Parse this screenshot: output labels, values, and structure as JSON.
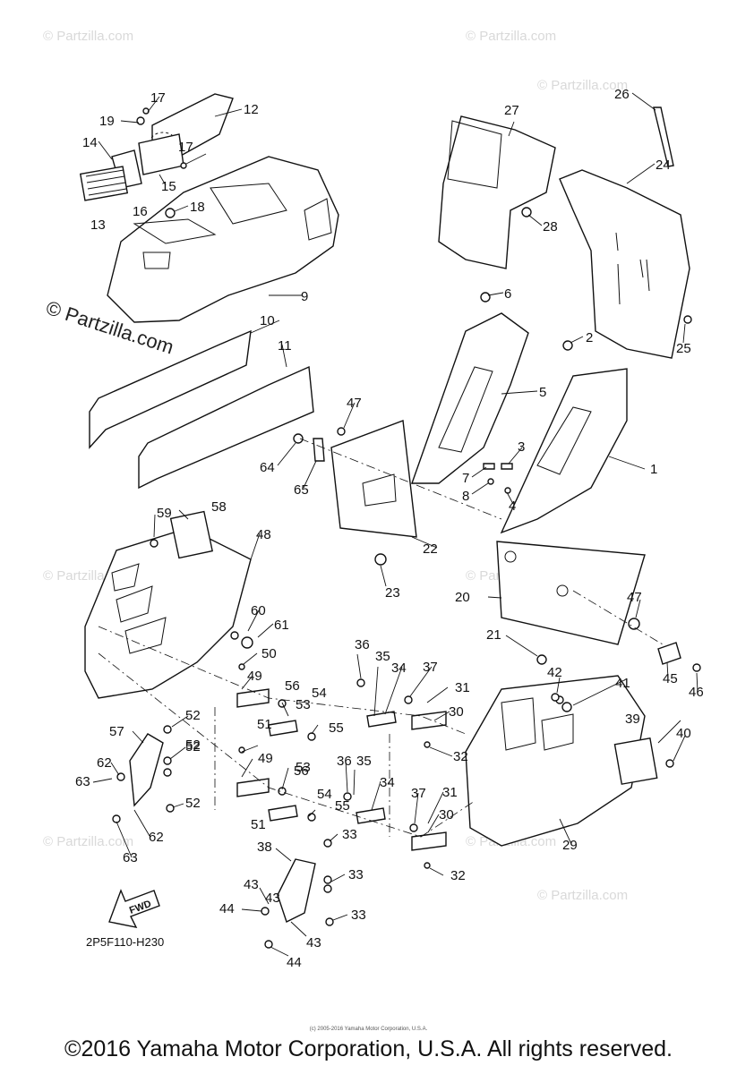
{
  "watermarks": {
    "corner": "© Partzilla.com",
    "main": "© Partzilla.com"
  },
  "diagram_code": "2P5F110-H230",
  "fwd_label": "FWD",
  "tiny_credit": "(c) 2005-2016 Yamaha Motor Corporation, U.S.A.",
  "copyright": "©2016 Yamaha Motor Corporation, U.S.A. All rights reserved.",
  "callouts": [
    "1",
    "2",
    "3",
    "4",
    "5",
    "6",
    "7",
    "8",
    "9",
    "10",
    "11",
    "12",
    "13",
    "14",
    "15",
    "16",
    "17",
    "18",
    "19",
    "20",
    "21",
    "22",
    "23",
    "24",
    "25",
    "26",
    "27",
    "28",
    "29",
    "30",
    "31",
    "32",
    "33",
    "34",
    "35",
    "36",
    "37",
    "38",
    "39",
    "40",
    "41",
    "42",
    "43",
    "44",
    "45",
    "46",
    "47",
    "48",
    "49",
    "50",
    "51",
    "52",
    "53",
    "54",
    "55",
    "56",
    "57",
    "58",
    "59",
    "60",
    "61",
    "62",
    "63",
    "64",
    "65"
  ]
}
